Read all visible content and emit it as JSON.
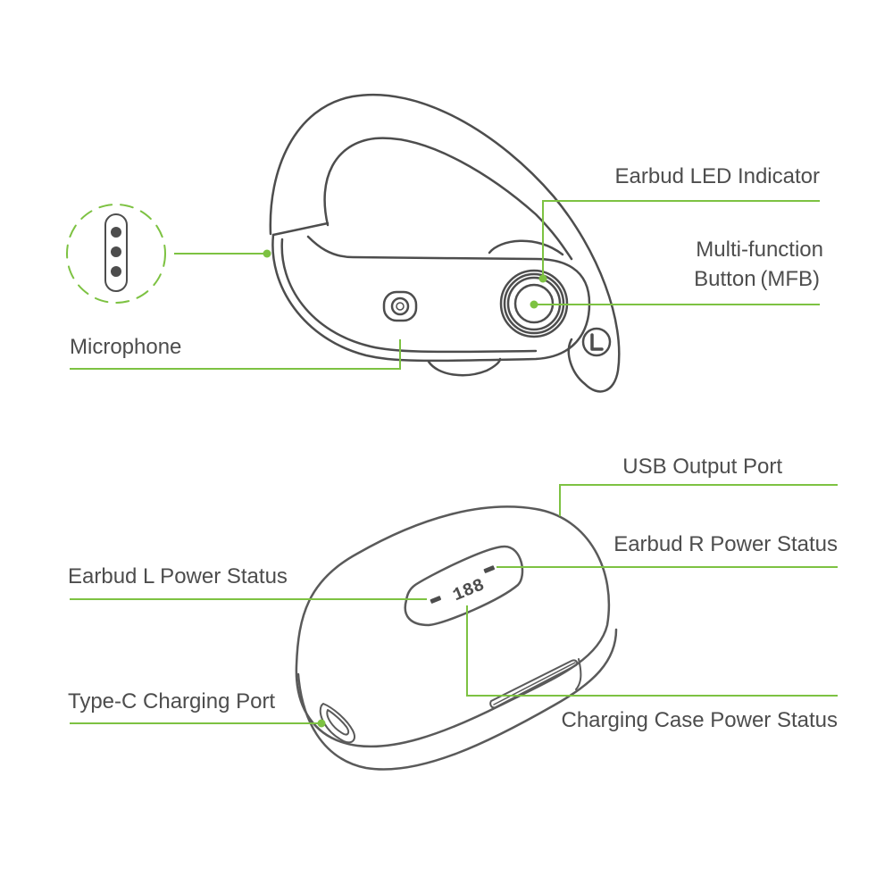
{
  "colors": {
    "accent": "#7dc242",
    "outline": "#4d4d4d",
    "background": "#ffffff"
  },
  "earbud": {
    "side_marker": "L",
    "labels": {
      "led_indicator": "Earbud LED Indicator",
      "mfb_line1": "Multi-function",
      "mfb_line2": "Button (MFB)",
      "microphone": "Microphone"
    },
    "mic_detail_icon": "microphone-holes-icon"
  },
  "charging_case": {
    "display_digits": "188",
    "labels": {
      "usb_output": "USB Output Port",
      "earbud_r_power": "Earbud R Power Status",
      "earbud_l_power": "Earbud L Power Status",
      "case_power": "Charging Case Power Status",
      "type_c": "Type-C Charging Port"
    }
  }
}
